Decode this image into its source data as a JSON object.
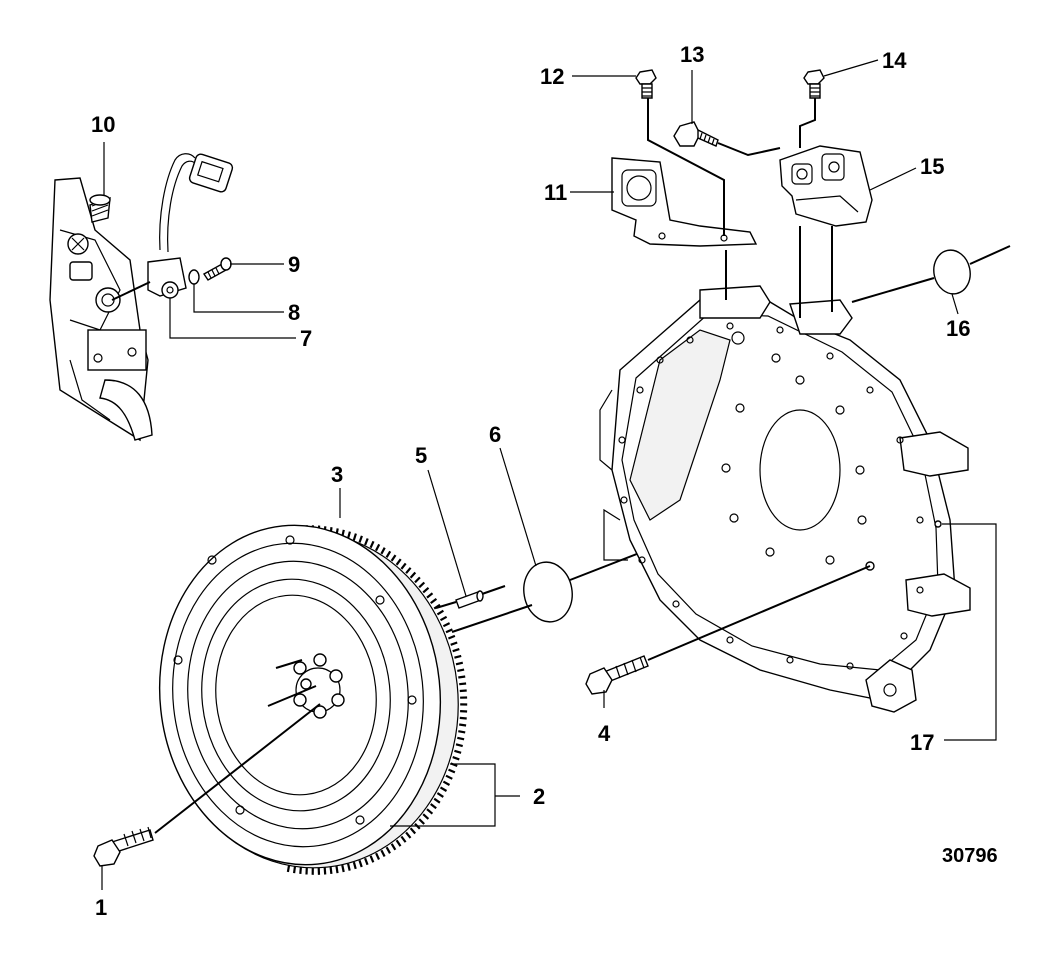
{
  "figure_id": "30796",
  "callouts": {
    "c1": "1",
    "c2": "2",
    "c3": "3",
    "c4": "4",
    "c5": "5",
    "c6": "6",
    "c7": "7",
    "c8": "8",
    "c9": "9",
    "c10": "10",
    "c11": "11",
    "c12": "12",
    "c13": "13",
    "c14": "14",
    "c15": "15",
    "c16": "16",
    "c17": "17"
  }
}
